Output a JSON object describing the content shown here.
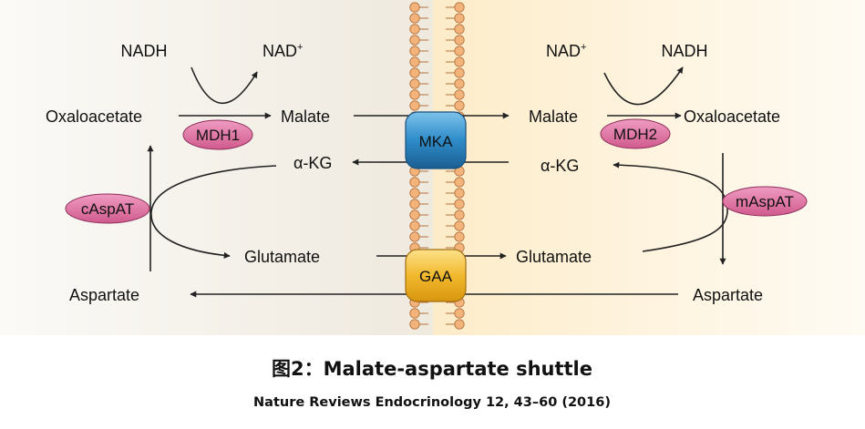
{
  "diagram": {
    "colors": {
      "cytosol": "#efe9de",
      "matrix": "#fdecc9",
      "lipid_head": "#f3b37a",
      "lipid_stroke": "#b2733f",
      "enzyme_fill": "#d05a8d",
      "mka_fill": "#2e8bc8",
      "gaa_fill": "#f1b92d"
    },
    "left": {
      "nadh": "NADH",
      "nad_base": "NAD",
      "nad_sup": "+",
      "oxaloacetate": "Oxaloacetate",
      "malate": "Malate",
      "akg": "α-KG",
      "glutamate": "Glutamate",
      "aspartate": "Aspartate",
      "mdh": "MDH1",
      "aspat": "cAspAT"
    },
    "right": {
      "nad_base": "NAD",
      "nad_sup": "+",
      "nadh": "NADH",
      "malate": "Malate",
      "oxaloacetate": "Oxaloacetate",
      "akg": "α-KG",
      "glutamate": "Glutamate",
      "aspartate": "Aspartate",
      "mdh": "MDH2",
      "aspat": "mAspAT"
    },
    "transporters": {
      "mka": "MKA",
      "gaa": "GAA"
    }
  },
  "caption": {
    "title": "图2：Malate-aspartate shuttle",
    "source": "Nature Reviews Endocrinology 12, 43–60 (2016)"
  }
}
